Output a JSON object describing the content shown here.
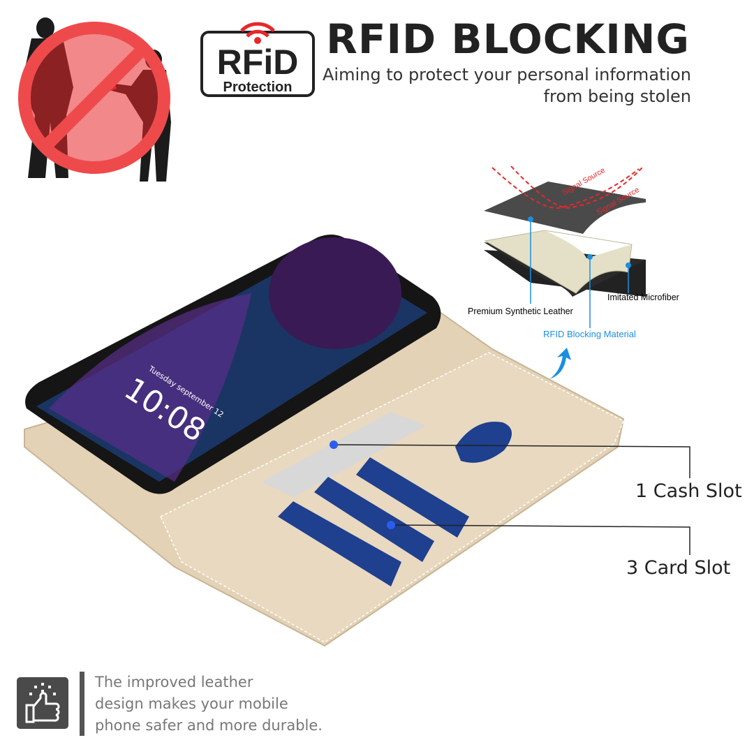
{
  "header": {
    "title": "RFID BLOCKING",
    "subtitle_line1": "Aiming to protect your personal information",
    "subtitle_line2": "from being stolen"
  },
  "badge": {
    "text": "RFiD",
    "subtext": "Protection",
    "icon": "wifi-signal-icon"
  },
  "layers": {
    "signal1": "Signal Source",
    "signal2": "Signal Source",
    "leather": "Premium Synthetic Leather",
    "microfiber": "Imitated Microfiber",
    "rfid": "RFID Blocking Material",
    "accent": "#1a8fe0",
    "signal_color": "#e8272a"
  },
  "phone": {
    "time": "10:08",
    "date": "Tuesday september 12"
  },
  "callouts": {
    "cash": "1 Cash Slot",
    "cards": "3 Card Slot"
  },
  "footer": {
    "icon": "thumbs-up-icon",
    "line1": "The improved leather",
    "line2": "design makes your mobile",
    "line3": "phone safer and more durable."
  },
  "colors": {
    "wallet": "#e3d2b6",
    "no_sign": "#e8272a",
    "card": "#1f3f8f"
  }
}
